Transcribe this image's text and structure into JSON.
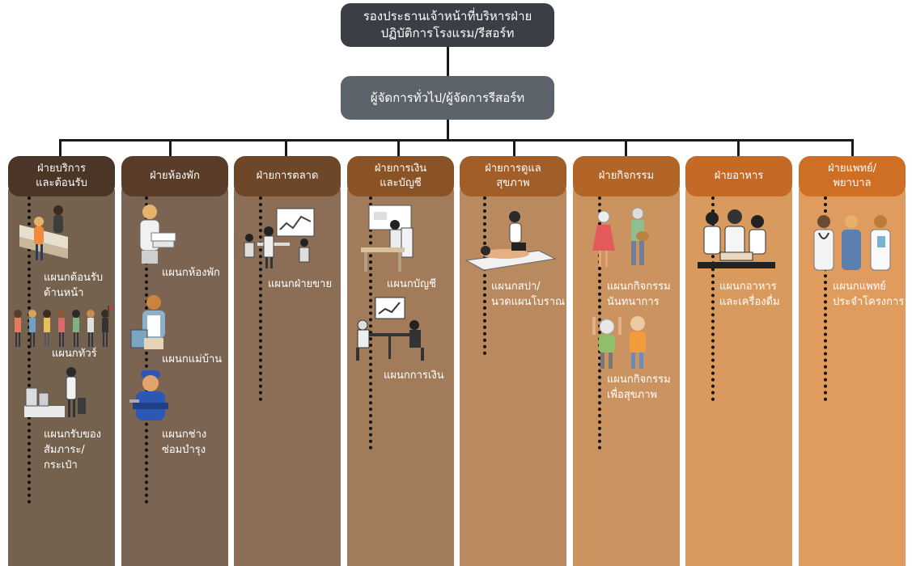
{
  "top": {
    "line1": "รองประธานเจ้าหน้าที่บริหารฝ่าย",
    "line2": "ปฏิบัติการโรงแรม/รีสอร์ท"
  },
  "manager": {
    "label": "ผู้จัดการทั่วไป/ผู้จัดการรีสอร์ท"
  },
  "divisions": [
    {
      "l1": "ฝ่ายบริการ",
      "l2": "และต้อนรับ",
      "color": "#4a3527",
      "body": "#74624f"
    },
    {
      "l1": "ฝ่ายห้องพัก",
      "l2": "",
      "color": "#5a3d28",
      "body": "#7b6452"
    },
    {
      "l1": "ฝ่ายการตลาด",
      "l2": "",
      "color": "#6e4628",
      "body": "#8c6e57"
    },
    {
      "l1": "ฝ่ายการเงิน",
      "l2": "และบัญชี",
      "color": "#8a5326",
      "body": "#a27b5b"
    },
    {
      "l1": "ฝ่ายการดูแล",
      "l2": "สุขภาพ",
      "color": "#a15e28",
      "body": "#b9895f"
    },
    {
      "l1": "ฝ่ายกิจกรรม",
      "l2": "",
      "color": "#b36427",
      "body": "#cb9360"
    },
    {
      "l1": "ฝ่ายอาหาร",
      "l2": "",
      "color": "#c56a26",
      "body": "#d99a5d"
    },
    {
      "l1": "ฝ่ายแพทย์/",
      "l2": "พยาบาล",
      "color": "#cf6f25",
      "body": "#e09c5e"
    }
  ],
  "depts": {
    "front_desk": {
      "l1": "แผนกต้อนรับ",
      "l2": "ด้านหน้า"
    },
    "tour": "แผนกทัวร์",
    "luggage": {
      "l1": "แผนกรับของ",
      "l2": "สัมภาระ/",
      "l3": "กระเป๋า"
    },
    "rooms": "แผนกห้องพัก",
    "housekeeping": "แผนกแม่บ้าน",
    "maintenance": {
      "l1": "แผนกช่าง",
      "l2": "ซ่อมบำรุง"
    },
    "sales": "แผนกฝ่ายขาย",
    "accounting": "แผนกบัญชี",
    "finance": "แผนกการเงิน",
    "spa": {
      "l1": "แผนกสปา/",
      "l2": "นวดแผนโบราณ"
    },
    "recreation": {
      "l1": "แผนกกิจกรรม",
      "l2": "นันทนาการ"
    },
    "health_activity": {
      "l1": "แผนกกิจกรรม",
      "l2": "เพื่อสุขภาพ"
    },
    "food": {
      "l1": "แผนกอาหาร",
      "l2": "และเครื่องดื่ม"
    },
    "medical": {
      "l1": "แผนกแพทย์",
      "l2": "ประจำโครงการ"
    }
  }
}
